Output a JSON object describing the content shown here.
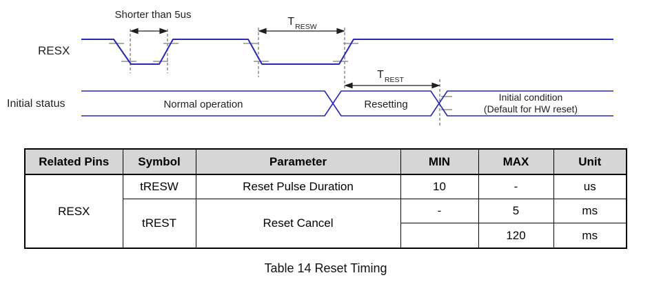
{
  "figure": {
    "waveform": {
      "resx_label": "RESX",
      "initial_status_label": "Initial status",
      "shorter_than_label": "Shorter than 5us",
      "tresw_label": {
        "main": "T",
        "sub": "RESW"
      },
      "trest_label": {
        "main": "T",
        "sub": "REST"
      },
      "states": {
        "normal": "Normal operation",
        "resetting": "Resetting",
        "initial_condition_line1": "Initial condition",
        "initial_condition_line2": "(Default for HW reset)"
      },
      "colors": {
        "signal_blue": "#2727b5",
        "dashed_guide": "#4d4d4d",
        "level_tick": "#909090",
        "annotation_black": "#1f1f1f"
      }
    },
    "table": {
      "headers": [
        "Related Pins",
        "Symbol",
        "Parameter",
        "MIN",
        "MAX",
        "Unit"
      ],
      "related_pin": "RESX",
      "header_bg": "#d6d6d6",
      "rows": [
        {
          "symbol": "tRESW",
          "parameter": "Reset Pulse Duration",
          "min": "10",
          "max": "-",
          "unit": "us"
        },
        {
          "symbol": "tREST",
          "parameter": "Reset Cancel",
          "min": "-",
          "max": "5",
          "unit": "ms"
        },
        {
          "min": "",
          "max": "120",
          "unit": "ms"
        }
      ],
      "caption": "Table 14 Reset Timing"
    }
  }
}
